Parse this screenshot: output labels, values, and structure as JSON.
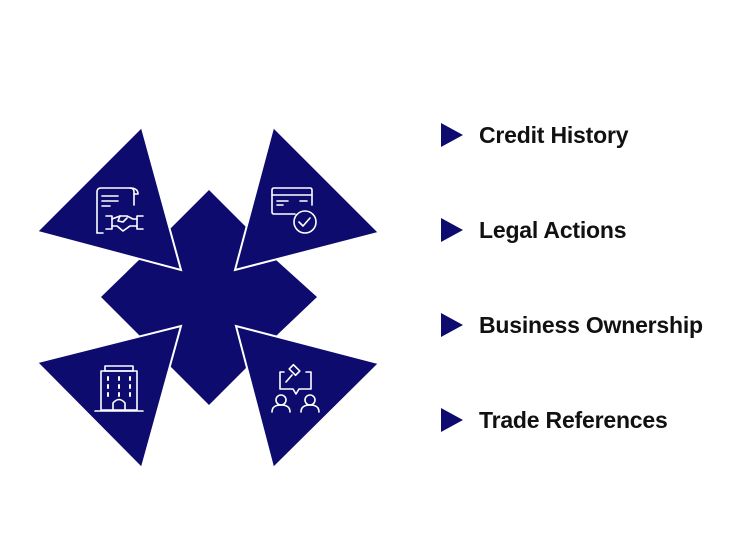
{
  "colors": {
    "primary": "#0d0c6e",
    "text": "#111111",
    "stroke": "#ffffff"
  },
  "diagram": {
    "quadrants": [
      {
        "position": "top-left",
        "icon": "contract-handshake-icon"
      },
      {
        "position": "top-right",
        "icon": "credit-card-check-icon"
      },
      {
        "position": "bottom-left",
        "icon": "office-building-icon"
      },
      {
        "position": "bottom-right",
        "icon": "legal-gavel-people-icon"
      }
    ]
  },
  "list": {
    "items": [
      {
        "label": "Credit History"
      },
      {
        "label": "Legal Actions"
      },
      {
        "label": "Business Ownership"
      },
      {
        "label": "Trade References"
      }
    ]
  }
}
